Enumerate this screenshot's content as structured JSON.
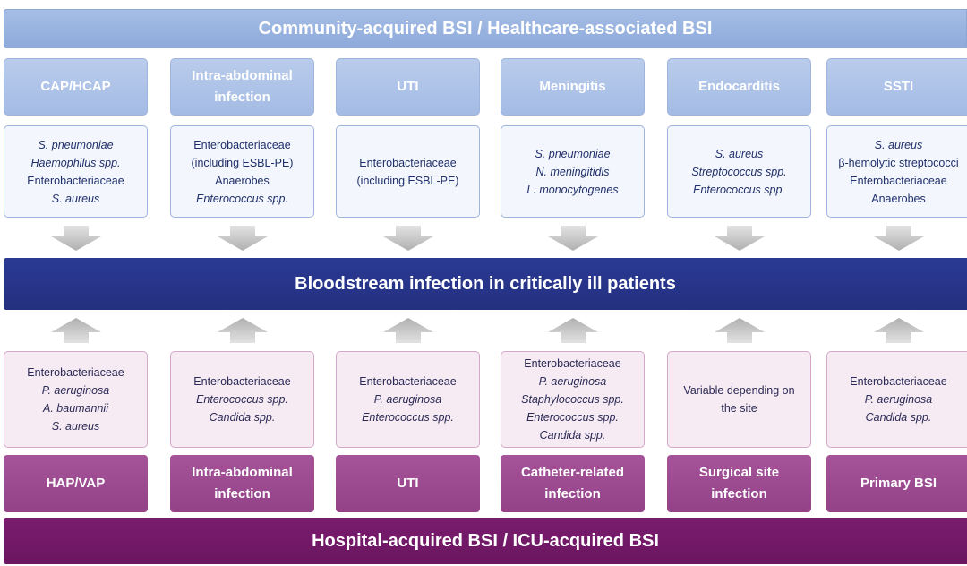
{
  "top_banner": "Community-acquired BSI / Healthcare-associated BSI",
  "middle_banner": "Bloodstream infection in critically ill patients",
  "bottom_banner": "Hospital-acquired BSI / ICU-acquired BSI",
  "community_sites": [
    {
      "label": "CAP/HCAP",
      "pathogens": [
        {
          "t": "S. pneumoniae",
          "i": true
        },
        {
          "t": "Haemophilus spp.",
          "i": true
        },
        {
          "t": "Enterobacteriaceae",
          "i": false
        },
        {
          "t": "S. aureus",
          "i": true
        }
      ]
    },
    {
      "label": "Intra-abdominal infection",
      "pathogens": [
        {
          "t": "Enterobacteriaceae",
          "i": false
        },
        {
          "t": "(including ESBL-PE)",
          "i": false
        },
        {
          "t": "Anaerobes",
          "i": false
        },
        {
          "t": "Enterococcus spp.",
          "i": true
        }
      ]
    },
    {
      "label": "UTI",
      "pathogens": [
        {
          "t": "Enterobacteriaceae",
          "i": false
        },
        {
          "t": "(including ESBL-PE)",
          "i": false
        }
      ]
    },
    {
      "label": "Meningitis",
      "pathogens": [
        {
          "t": "S. pneumoniae",
          "i": true
        },
        {
          "t": "N. meningitidis",
          "i": true
        },
        {
          "t": "L. monocytogenes",
          "i": true
        }
      ]
    },
    {
      "label": "Endocarditis",
      "pathogens": [
        {
          "t": "S. aureus",
          "i": true
        },
        {
          "t": "Streptococcus spp.",
          "i": true
        },
        {
          "t": "Enterococcus spp.",
          "i": true
        }
      ]
    },
    {
      "label": "SSTI",
      "pathogens": [
        {
          "t": "S. aureus",
          "i": true
        },
        {
          "t": "β-hemolytic streptococci",
          "i": false
        },
        {
          "t": "Enterobacteriaceae",
          "i": false
        },
        {
          "t": "Anaerobes",
          "i": false
        }
      ]
    }
  ],
  "hospital_sites": [
    {
      "label": "HAP/VAP",
      "pathogens": [
        {
          "t": "Enterobacteriaceae",
          "i": false
        },
        {
          "t": "P. aeruginosa",
          "i": true
        },
        {
          "t": "A. baumannii",
          "i": true
        },
        {
          "t": "S. aureus",
          "i": true
        }
      ]
    },
    {
      "label": "Intra-abdominal infection",
      "pathogens": [
        {
          "t": "Enterobacteriaceae",
          "i": false
        },
        {
          "t": "Enterococcus spp.",
          "i": true
        },
        {
          "t": "Candida spp.",
          "i": true
        }
      ]
    },
    {
      "label": "UTI",
      "pathogens": [
        {
          "t": "Enterobacteriaceae",
          "i": false
        },
        {
          "t": "P. aeruginosa",
          "i": true
        },
        {
          "t": "Enterococcus spp.",
          "i": true
        }
      ]
    },
    {
      "label": "Catheter-related infection",
      "pathogens": [
        {
          "t": "Enterobacteriaceae",
          "i": false
        },
        {
          "t": "P. aeruginosa",
          "i": true
        },
        {
          "t": "Staphylococcus spp.",
          "i": true
        },
        {
          "t": "Enterococcus spp.",
          "i": true
        },
        {
          "t": "Candida spp.",
          "i": true
        }
      ]
    },
    {
      "label": "Surgical site infection",
      "pathogens": [
        {
          "t": "Variable depending on",
          "i": false
        },
        {
          "t": "the site",
          "i": false
        }
      ]
    },
    {
      "label": "Primary BSI",
      "pathogens": [
        {
          "t": "Enterobacteriaceae",
          "i": false
        },
        {
          "t": "P. aeruginosa",
          "i": true
        },
        {
          "t": "Candida spp.",
          "i": true
        }
      ]
    }
  ],
  "colors": {
    "community_accent": "#8eaadb",
    "central_banner": "#24307f",
    "hospital_accent": "#6a1660",
    "arrow": "#bdbdbd"
  }
}
